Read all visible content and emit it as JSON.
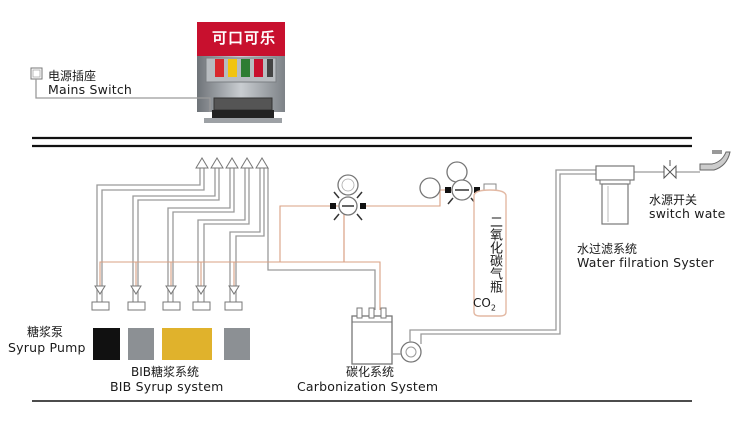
{
  "labels": {
    "mains_cn": "电源插座",
    "mains_en": "Mains Switch",
    "water_switch_cn": "水源开关",
    "water_switch_en": "switch wate",
    "filter_cn": "水过滤系统",
    "filter_en": "Water filration Syster",
    "pump_cn": "糖浆泵",
    "pump_en": "Syrup Pump",
    "bib_cn": "BIB糖浆系统",
    "bib_en": "BIB Syrup system",
    "carb_cn": "碳化系统",
    "carb_en": "Carbonization System",
    "cylinder_cn": "二氧化碳气瓶",
    "co2_main": "CO",
    "co2_sub": "2"
  },
  "machine_logo": "可口可乐",
  "colors": {
    "line": "#9a9a9a",
    "syrup_line": "#d9a083",
    "black_box": "#111111",
    "gray_box": "#8c9094",
    "gold_box": "#e0b22c",
    "brand_red": "#c8102e"
  }
}
